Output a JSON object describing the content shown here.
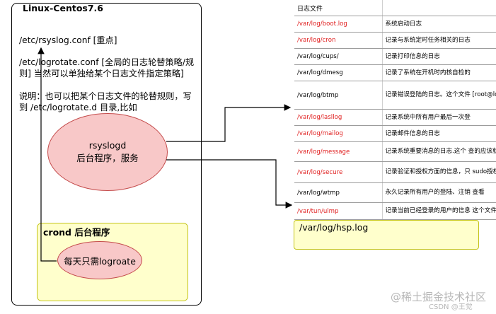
{
  "linux_box": {
    "title": "Linux-Centos7.6",
    "notes": [
      "/etc/rsyslog.conf [重点]",
      "/etc/logrotate.conf [全局的日志轮替策略/规则]     当然可以单独给某个日志文件指定策略]",
      "说明：也可以把某个日志文件的轮替规则，写到 /etc/logrotate.d 目录,比如"
    ]
  },
  "rsyslogd": {
    "line1": "rsyslogd",
    "line2": "后台程序，服务"
  },
  "crond": {
    "title": "crond 后台程序",
    "logrotate": "每天只需logroate"
  },
  "log_table": {
    "header": "日志文件",
    "rows": [
      {
        "path": "/var/log/boot.log",
        "desc": "系统启动日志",
        "red": true
      },
      {
        "path": "/var/log/cron",
        "desc": "记录与系统定时任务相关的日志",
        "red": true
      },
      {
        "path": "/var/log/cups/",
        "desc": "记录打印信息的日志",
        "red": false
      },
      {
        "path": "/var/log/dmesg",
        "desc": "记录了系统在开机时内核自检的",
        "red": false
      },
      {
        "path": "/var/log/btmp",
        "desc": "记录错误登陆的日志。这个文件 [root@localhost log]#lastb",
        "red": false
      },
      {
        "path": "/var/log/lasllog",
        "desc": "记录系统中所有用户最后一次登",
        "red": true
      },
      {
        "path": "/var/log/mailog",
        "desc": "记录邮件信息的日志",
        "red": true
      },
      {
        "path": "/var/log/message",
        "desc": "记录系统重要消息的日志.这个 查的应该就是这个日志文件",
        "red": true
      },
      {
        "path": "/var/log/secure",
        "desc": "记录验证和授权方面的信息，只 sudo授权，甚至添加用户和修",
        "red": true
      },
      {
        "path": "/var/log/wtmp",
        "desc": "永久记录所有用户的登陆、注销 查看",
        "red": false
      },
      {
        "path": "/var/tun/ulmp",
        "desc": "记录当前已经登录的用户的信息 这个文件不能用vi查看，而要",
        "red": true
      }
    ]
  },
  "hsp_log": "/var/log/hsp.log",
  "watermark": {
    "main": "@稀土掘金技术社区",
    "sub": "CSDN @王觉"
  },
  "colors": {
    "red_path": "#e02020",
    "ellipse_fill": "#f8c8c8",
    "ellipse_border": "#c44b4b",
    "yellow_fill": "#ffffcc",
    "yellow_border": "#c3c31a"
  }
}
